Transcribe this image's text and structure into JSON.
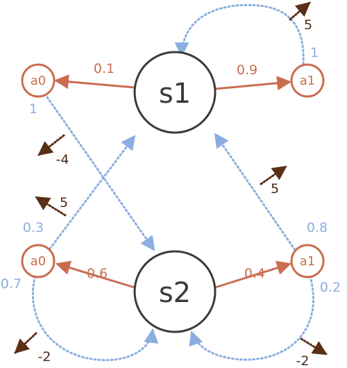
{
  "colors": {
    "state_stroke": "#3a3a3a",
    "action": "#c96d4e",
    "transition": "#8aaee0",
    "reward": "#5a2f16"
  },
  "states": [
    {
      "label": "s1"
    },
    {
      "label": "s2"
    }
  ],
  "actions": [
    {
      "label": "a0"
    },
    {
      "label": "a1"
    },
    {
      "label": "a0"
    },
    {
      "label": "a1"
    }
  ],
  "action_probs": [
    {
      "value": "0.1"
    },
    {
      "value": "0.9"
    },
    {
      "value": "0.6"
    },
    {
      "value": "0.4"
    }
  ],
  "transition_probs": [
    {
      "value": "1"
    },
    {
      "value": "1"
    },
    {
      "value": "0.3"
    },
    {
      "value": "0.7"
    },
    {
      "value": "0.8"
    },
    {
      "value": "0.2"
    }
  ],
  "rewards": [
    {
      "value": "5"
    },
    {
      "value": "-4"
    },
    {
      "value": "5"
    },
    {
      "value": "5"
    },
    {
      "value": "-2"
    },
    {
      "value": "-2"
    }
  ]
}
